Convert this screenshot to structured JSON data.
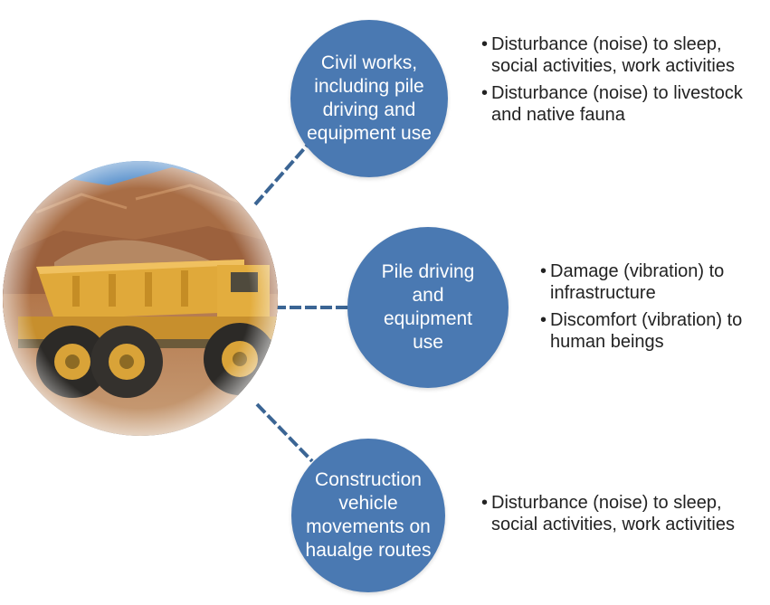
{
  "nodes": [
    {
      "label": "Civil works, including pile driving and equipment use",
      "impacts": [
        "Disturbance (noise) to sleep, social activities, work activities",
        "Disturbance (noise) to livestock and native fauna"
      ]
    },
    {
      "label": "Pile driving and equipment use",
      "impacts": [
        "Damage (vibration) to infrastructure",
        "Discomfort (vibration) to human beings"
      ]
    },
    {
      "label": "Construction vehicle movements on haualge routes",
      "impacts": [
        "Disturbance (noise) to sleep, social activities, work activities"
      ]
    }
  ],
  "colors": {
    "node_fill": "#4a79b2",
    "connector": "#3b6594",
    "text_on_node": "#ffffff",
    "bullet_text": "#222222"
  },
  "center_image": {
    "icon": "mining-haul-truck-photo"
  }
}
